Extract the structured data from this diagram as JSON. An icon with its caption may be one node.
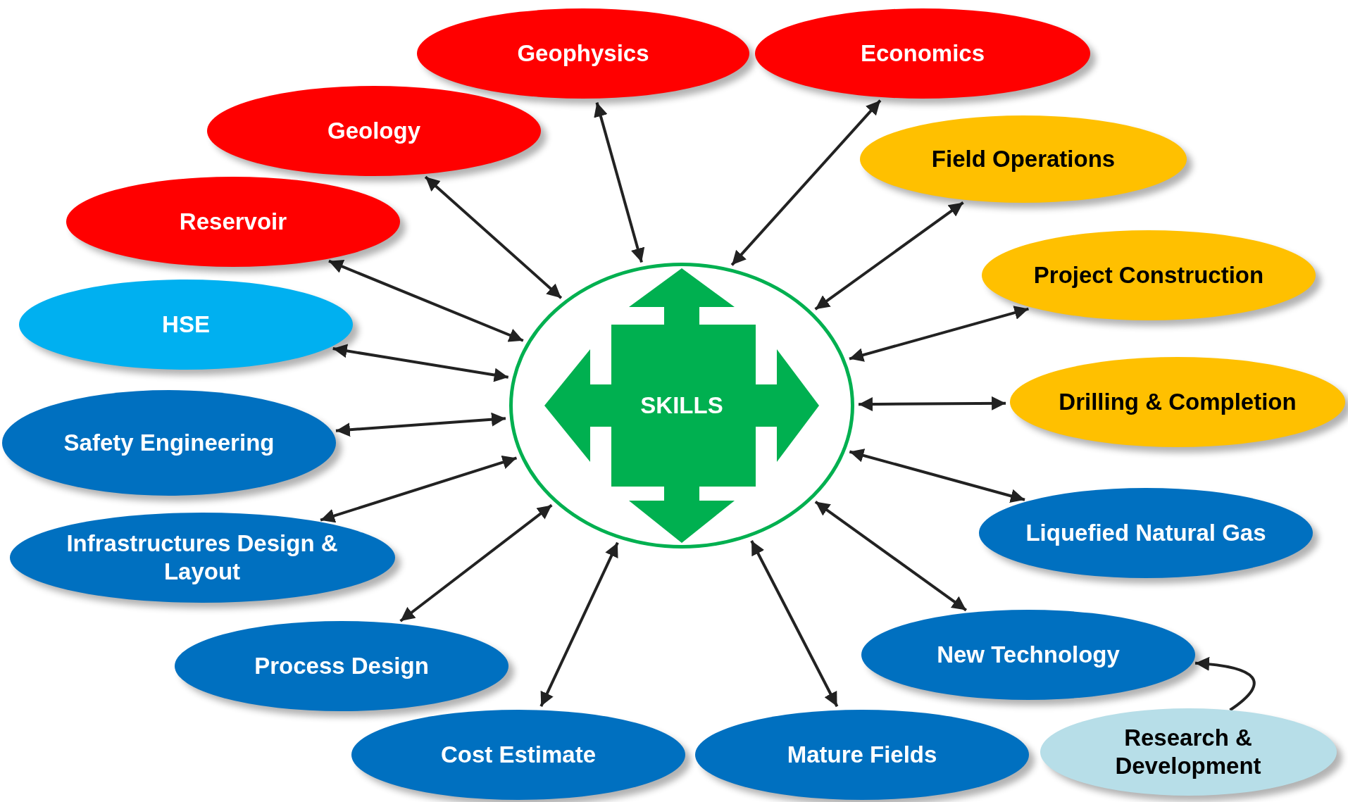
{
  "diagram": {
    "nodes": [
      {
        "text": [
          "SKILLS"
        ]
      },
      {
        "text": [
          "Geophysics"
        ]
      },
      {
        "text": [
          "Economics"
        ]
      },
      {
        "text": [
          "Geology"
        ]
      },
      {
        "text": [
          "Field Operations"
        ]
      },
      {
        "text": [
          "Reservoir"
        ]
      },
      {
        "text": [
          "Project Construction"
        ]
      },
      {
        "text": [
          "HSE"
        ]
      },
      {
        "text": [
          "Drilling & Completion"
        ]
      },
      {
        "text": [
          "Safety Engineering"
        ]
      },
      {
        "text": [
          "Liquefied Natural Gas"
        ]
      },
      {
        "text": [
          "Infrastructures Design & Layout"
        ]
      },
      {
        "text": [
          "New Technology"
        ]
      },
      {
        "text": [
          "Process Design"
        ]
      },
      {
        "text": [
          "Cost Estimate"
        ]
      },
      {
        "text": [
          "Mature Fields"
        ]
      },
      {
        "text": [
          "Research & Development"
        ]
      }
    ],
    "edges": [
      {
        "from": 0,
        "to": 1,
        "arrow": "both"
      },
      {
        "from": 0,
        "to": 2,
        "arrow": "both"
      },
      {
        "from": 0,
        "to": 3,
        "arrow": "both"
      },
      {
        "from": 0,
        "to": 4,
        "arrow": "both"
      },
      {
        "from": 0,
        "to": 5,
        "arrow": "both"
      },
      {
        "from": 0,
        "to": 6,
        "arrow": "both"
      },
      {
        "from": 0,
        "to": 7,
        "arrow": "both"
      },
      {
        "from": 0,
        "to": 8,
        "arrow": "both"
      },
      {
        "from": 0,
        "to": 9,
        "arrow": "both"
      },
      {
        "from": 0,
        "to": 10,
        "arrow": "both"
      },
      {
        "from": 0,
        "to": 11,
        "arrow": "both"
      },
      {
        "from": 0,
        "to": 12,
        "arrow": "both"
      },
      {
        "from": 0,
        "to": 13,
        "arrow": "both"
      },
      {
        "from": 0,
        "to": 14,
        "arrow": "both"
      },
      {
        "from": 0,
        "to": 15,
        "arrow": "both"
      },
      {
        "from": 16,
        "to": 12,
        "arrow": "to"
      }
    ]
  }
}
